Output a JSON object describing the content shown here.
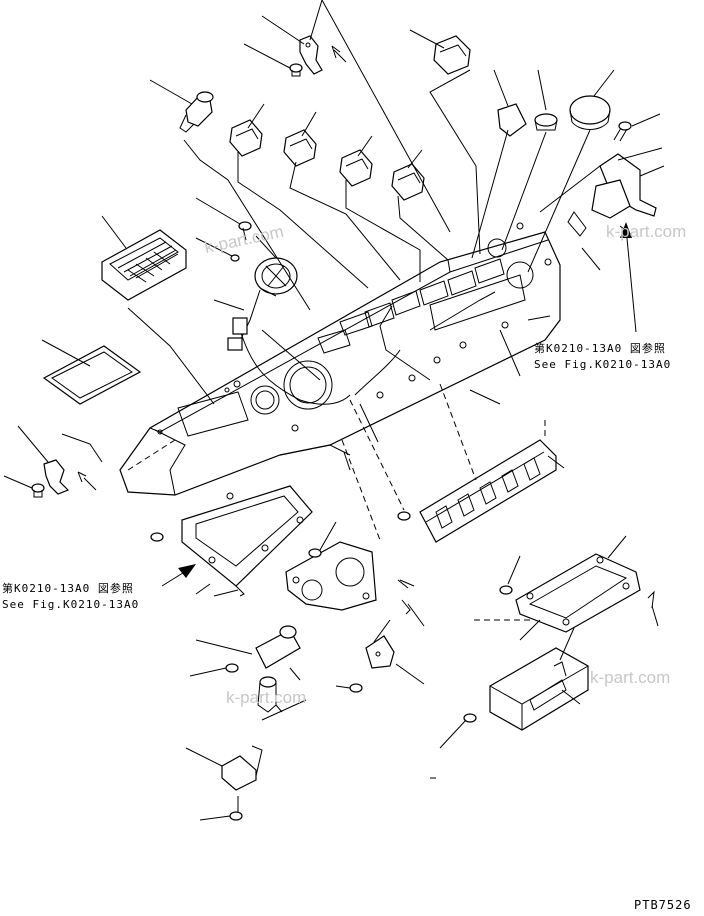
{
  "references": {
    "right_jp": "第K0210-13A0 図参照",
    "right_en": "See Fig.K0210-13A0",
    "left_jp": "第K0210-13A0 図参照",
    "left_en": "See Fig.K0210-13A0"
  },
  "watermarks": [
    "k-part.com",
    "k-part.com",
    "k-part.com",
    "k-part.com"
  ],
  "drawing_code": "PTB7526",
  "icons": [
    "dashboard-panel-icon",
    "bolt-icon",
    "switch-icon",
    "gauge-icon",
    "bracket-icon",
    "leader-line-icon"
  ]
}
